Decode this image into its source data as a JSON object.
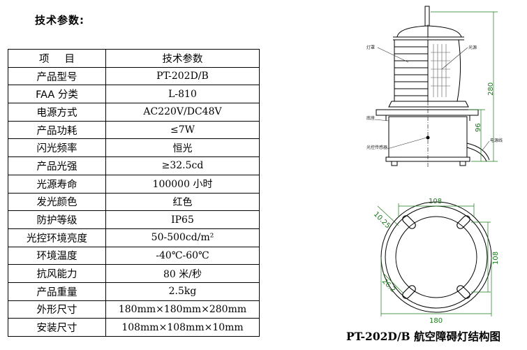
{
  "heading": "技术参数:",
  "table": {
    "header": {
      "label": "项目",
      "value": "技术参数"
    },
    "rows": [
      {
        "label": "产品型号",
        "value": "PT-202D/B"
      },
      {
        "label": "FAA 分类",
        "value": "L-810"
      },
      {
        "label": "电源方式",
        "value": "AC220V/DC48V"
      },
      {
        "label": "产品功耗",
        "value": "≤7W"
      },
      {
        "label": "闪光频率",
        "value": "恒光"
      },
      {
        "label": "产品光强",
        "value": "≥32.5cd"
      },
      {
        "label": "光源寿命",
        "value": "100000 小时"
      },
      {
        "label": "发光颜色",
        "value": "红色"
      },
      {
        "label": "防护等级",
        "value": "IP65"
      },
      {
        "label": "光控环境亮度",
        "value": "50-500cd/m²"
      },
      {
        "label": "环境温度",
        "value": "-40℃-60℃"
      },
      {
        "label": "抗风能力",
        "value": "80 米/秒"
      },
      {
        "label": "产品重量",
        "value": "2.5kg"
      },
      {
        "label": "外形尺寸",
        "value": "180mm×180mm×280mm"
      },
      {
        "label": "安装尺寸",
        "value": "108mm×108mm×10mm"
      }
    ]
  },
  "drawing": {
    "callouts": {
      "lampshade": "灯罩",
      "light_source": "光源",
      "base": "底座",
      "light_sensor": "光控传感器",
      "power_cable": "电源线"
    },
    "dimensions": {
      "height_total": "280",
      "height_base": "96",
      "top_108": "108",
      "hole": "10.25",
      "right_108": "108",
      "slot": "26.2",
      "diameter_180": "180"
    },
    "dim_color": "#1a7a1a"
  },
  "caption": "PT-202D/B 航空障碍灯结构图"
}
